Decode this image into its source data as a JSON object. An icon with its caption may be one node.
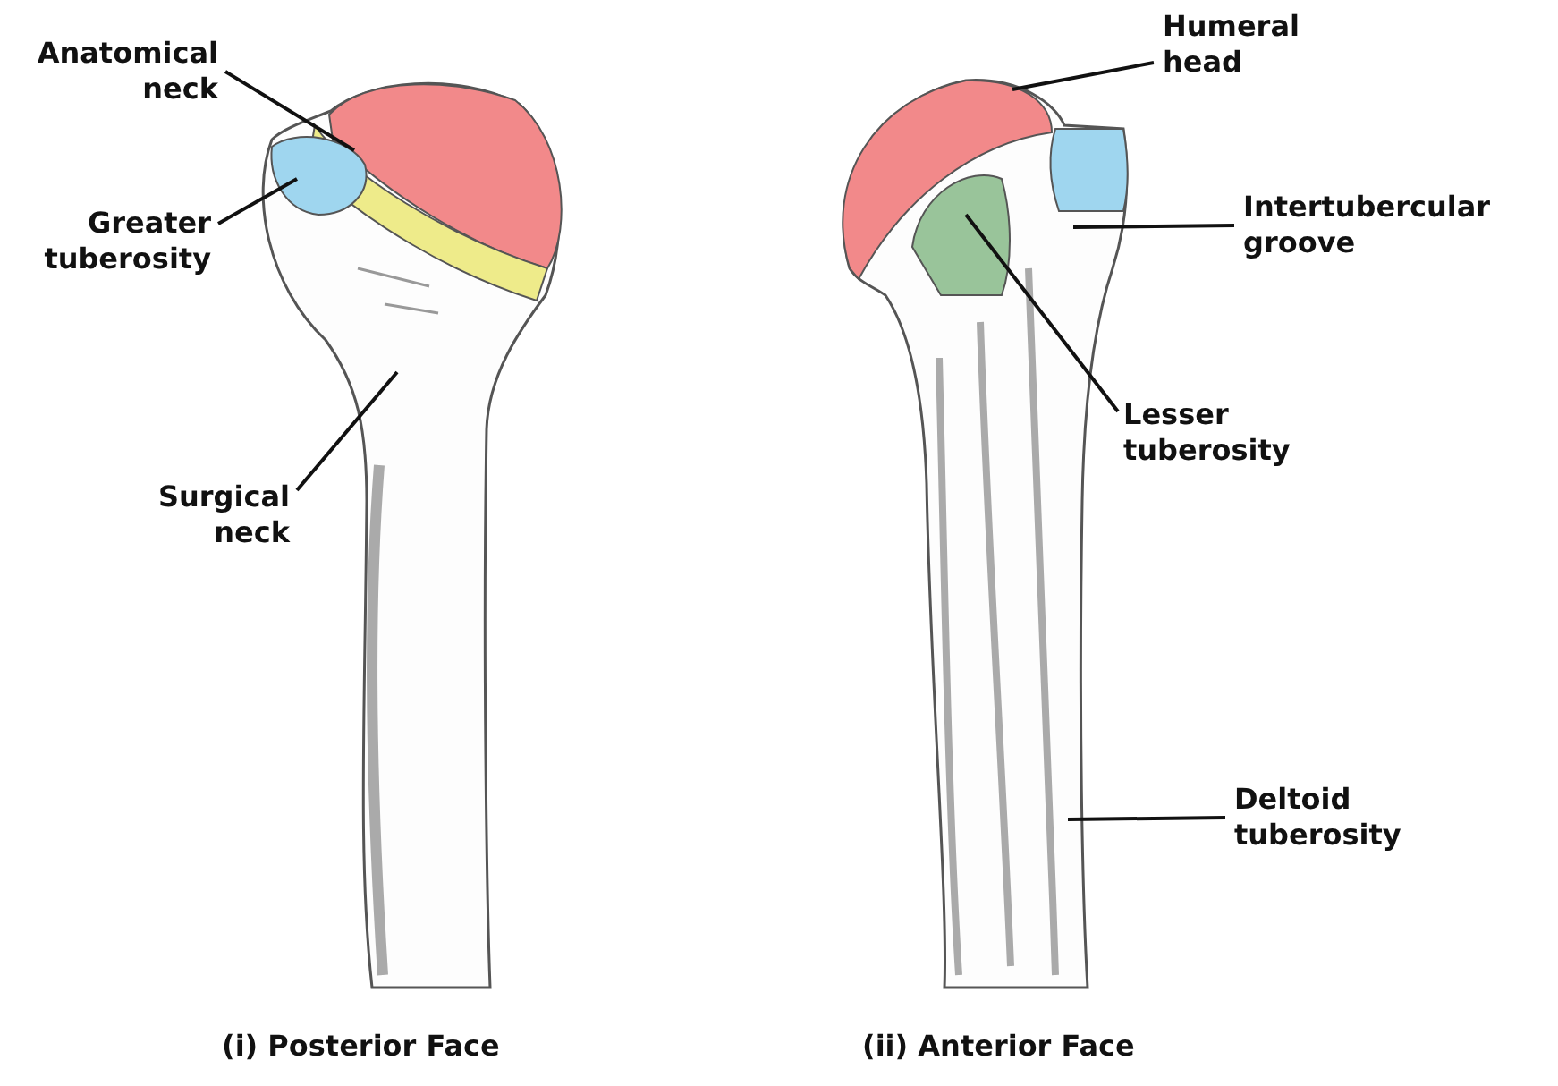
{
  "diagram": {
    "nodes": [
      {
        "text": [
          "Anatomical neck"
        ]
      },
      {
        "text": [
          "Humeral head"
        ]
      },
      {
        "text": [
          "Greater tuberosity"
        ]
      },
      {
        "text": [
          "Intertubercular groove"
        ]
      },
      {
        "text": [
          "Surgical neck"
        ]
      },
      {
        "text": [
          "Lesser tuberosity"
        ]
      },
      {
        "text": [
          "Deltoid tuberosity"
        ]
      }
    ],
    "edges": [
      {
        "from": 0,
        "to": null,
        "arrow": "none"
      },
      {
        "from": 1,
        "to": null,
        "arrow": "none"
      },
      {
        "from": 2,
        "to": null,
        "arrow": "none"
      },
      {
        "from": 3,
        "to": null,
        "arrow": "none"
      },
      {
        "from": 4,
        "to": null,
        "arrow": "none"
      },
      {
        "from": 5,
        "to": null,
        "arrow": "none"
      },
      {
        "from": 6,
        "to": null,
        "arrow": "none"
      }
    ],
    "labels": [
      "(i) Posterior Face",
      "(ii) Anterior Face"
    ]
  }
}
